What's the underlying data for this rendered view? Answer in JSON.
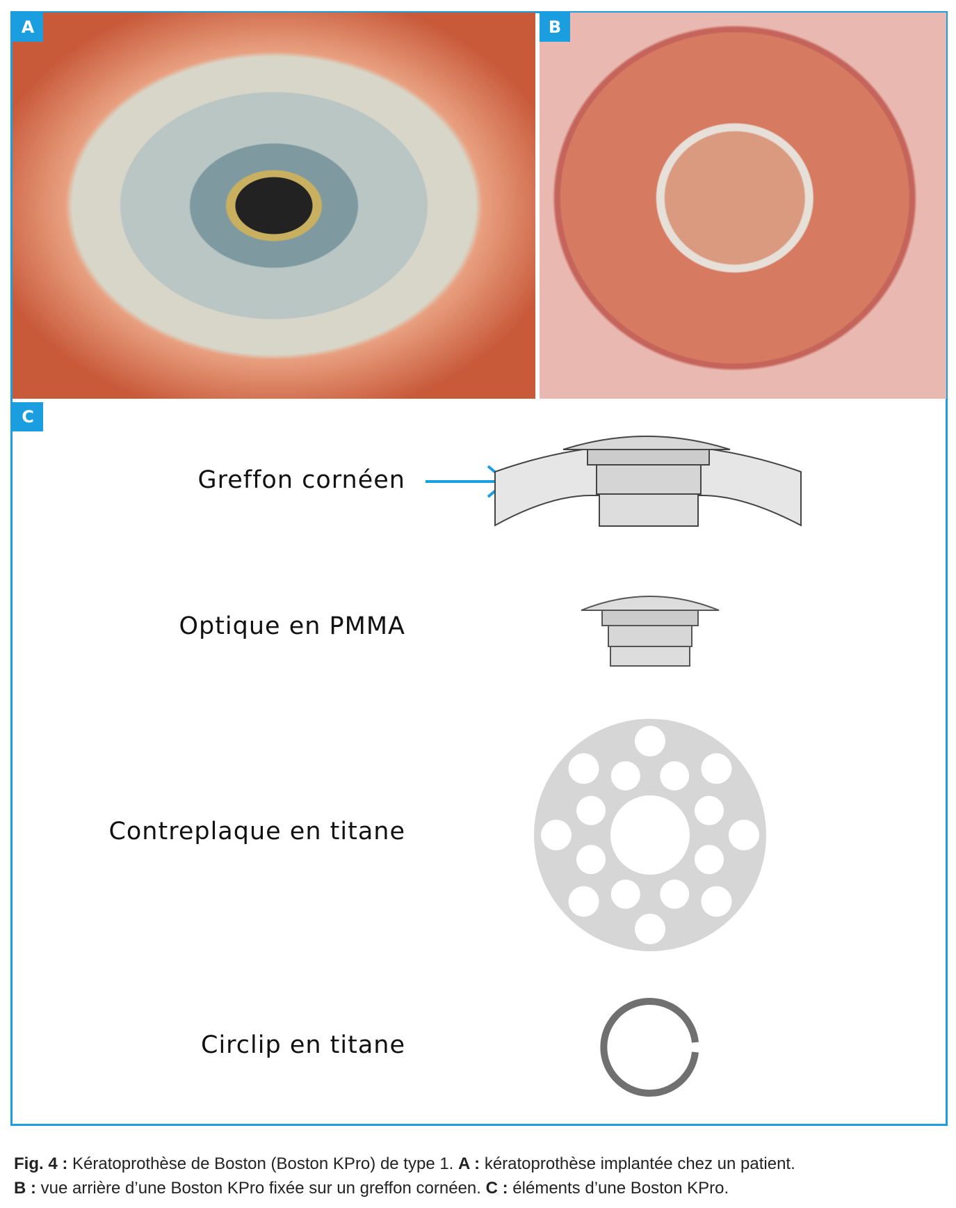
{
  "panels": {
    "a": "A",
    "b": "B",
    "c": "C"
  },
  "components": [
    "Greffon cornéen",
    "Optique en PMMA",
    "Contreplaque en titane",
    "Circlip en titane"
  ],
  "caption": {
    "fig": "Fig. 4 :",
    "intro": "Kératoprothèse de Boston (Boston KPro) de type 1.",
    "a_label": "A :",
    "a_text": "kératoprothèse implantée chez un patient.",
    "b_label": "B :",
    "b_text": "vue arrière d’une Boston KPro fixée sur un greffon cornéen.",
    "c_label": "C :",
    "c_text": "éléments d’une Boston KPro."
  },
  "colors": {
    "accent": "#1a9ee0"
  }
}
